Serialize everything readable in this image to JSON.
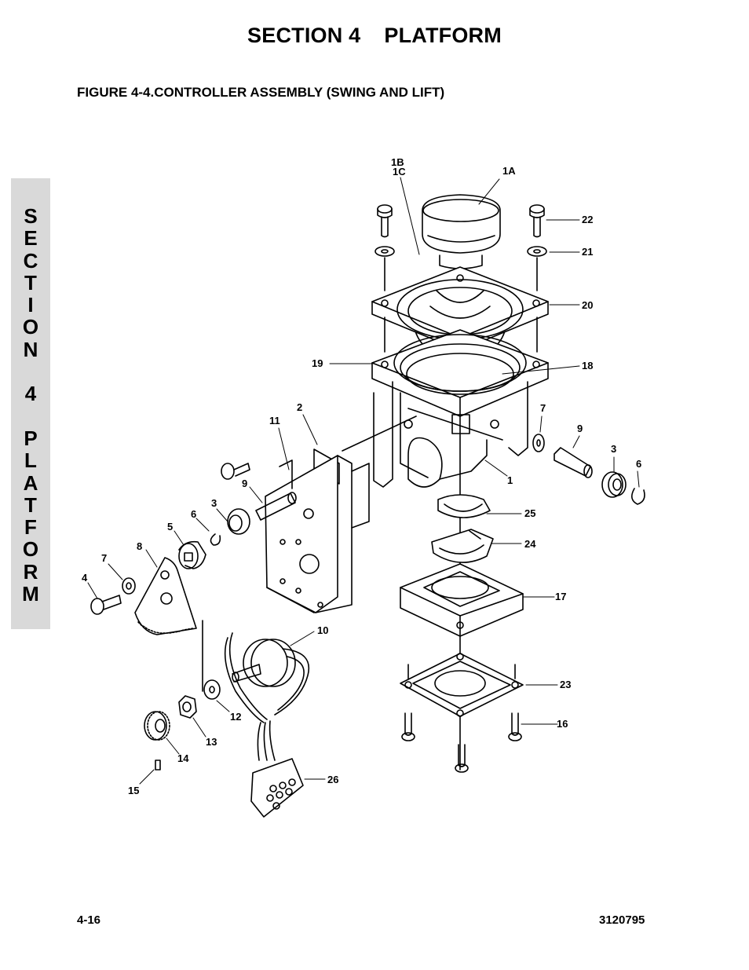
{
  "header": {
    "section": "SECTION 4",
    "section_name": "PLATFORM",
    "figure_title": "FIGURE 4-4.CONTROLLER ASSEMBLY (SWING AND LIFT)"
  },
  "side_tab": {
    "letters": [
      "S",
      "E",
      "C",
      "T",
      "I",
      "O",
      "N",
      "",
      "4",
      "",
      "P",
      "L",
      "A",
      "T",
      "F",
      "O",
      "R",
      "M"
    ]
  },
  "callouts": {
    "c1B": "1B",
    "c1C": "1C",
    "c1A": "1A",
    "c22": "22",
    "c21": "21",
    "c20": "20",
    "c19": "19",
    "c18": "18",
    "c2": "2",
    "c11": "11",
    "c7r": "7",
    "c9r": "9",
    "c3r": "3",
    "c6r": "6",
    "c1": "1",
    "c9l": "9",
    "c3l": "3",
    "c6l": "6",
    "c5": "5",
    "c8": "8",
    "c7l": "7",
    "c4": "4",
    "c25": "25",
    "c24": "24",
    "c17": "17",
    "c10": "10",
    "c23": "23",
    "c16": "16",
    "c12": "12",
    "c13": "13",
    "c14": "14",
    "c15": "15",
    "c26": "26"
  },
  "footer": {
    "page_number": "4-16",
    "doc_number": "3120795"
  }
}
